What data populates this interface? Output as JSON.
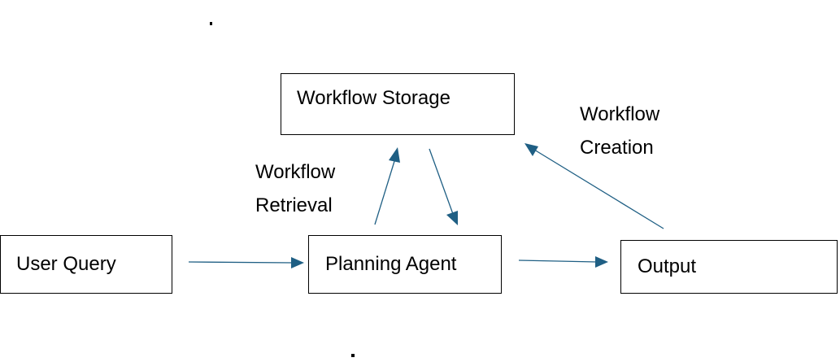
{
  "diagram": {
    "nodes": {
      "storage": "Workflow Storage",
      "user_query": "User Query",
      "planning_agent": "Planning Agent",
      "output": "Output"
    },
    "edge_labels": {
      "retrieval": [
        "Workflow",
        "Retrieval"
      ],
      "creation": [
        "Workflow",
        "Creation"
      ]
    },
    "edges": [
      {
        "from": "User Query",
        "to": "Planning Agent"
      },
      {
        "from": "Planning Agent",
        "to": "Workflow Storage"
      },
      {
        "from": "Workflow Storage",
        "to": "Planning Agent"
      },
      {
        "from": "Planning Agent",
        "to": "Output"
      },
      {
        "from": "Output",
        "to": "Workflow Storage"
      }
    ],
    "edge_color": "#1f5f84",
    "node_border_color": "#000000"
  }
}
